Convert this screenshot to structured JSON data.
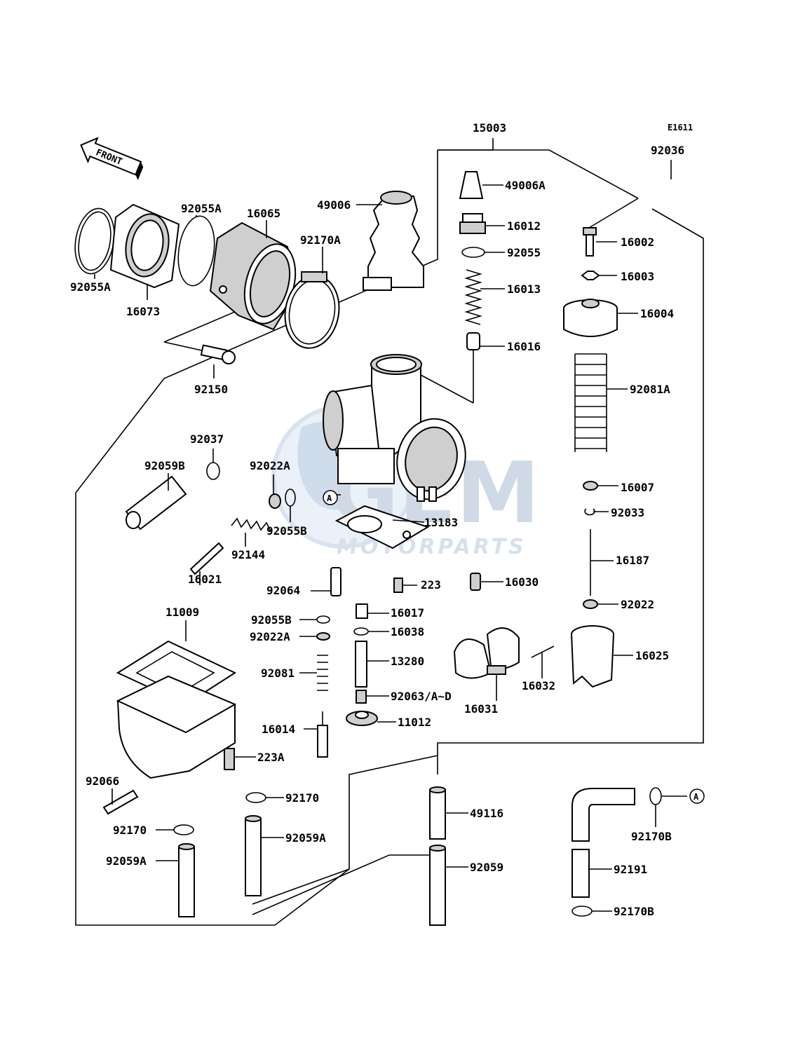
{
  "diagram_code": "E1611",
  "front_label": "FRONT",
  "watermark": {
    "brand": "GEM",
    "sub": "MOTORPARTS",
    "color": "#9db8d6"
  },
  "callouts": {
    "a_top": "A",
    "a_right": "A"
  },
  "labels": {
    "l15003": "15003",
    "l92036": "92036",
    "l49006A": "49006A",
    "l16012": "16012",
    "l92055": "92055",
    "l16013": "16013",
    "l16016": "16016",
    "l16002": "16002",
    "l16003": "16003",
    "l16004": "16004",
    "l92081A": "92081A",
    "l16007": "16007",
    "l92033": "92033",
    "l16187": "16187",
    "l92022": "92022",
    "l16025": "16025",
    "l16032": "16032",
    "l16031": "16031",
    "l49006": "49006",
    "l92055A_top": "92055A",
    "l16065": "16065",
    "l92170A": "92170A",
    "l92055A_left": "92055A",
    "l16073": "16073",
    "l92150": "92150",
    "l92037": "92037",
    "l92059B": "92059B",
    "l92022A_top": "92022A",
    "l92055B_top": "92055B",
    "l92144": "92144",
    "l16021": "16021",
    "l13183": "13183",
    "l92064": "92064",
    "l223": "223",
    "l16030": "16030",
    "l16017": "16017",
    "l92055B": "92055B",
    "l16038": "16038",
    "l92022A": "92022A",
    "l13280": "13280",
    "l92081": "92081",
    "l92063": "92063/A~D",
    "l11012": "11012",
    "l11009": "11009",
    "l16014": "16014",
    "l223A": "223A",
    "l92066": "92066",
    "l92170_a": "92170",
    "l92170_b": "92170",
    "l92059A_a": "92059A",
    "l92059A_b": "92059A",
    "l49116": "49116",
    "l92059": "92059",
    "l92170B_a": "92170B",
    "l92191": "92191",
    "l92170B_b": "92170B"
  }
}
